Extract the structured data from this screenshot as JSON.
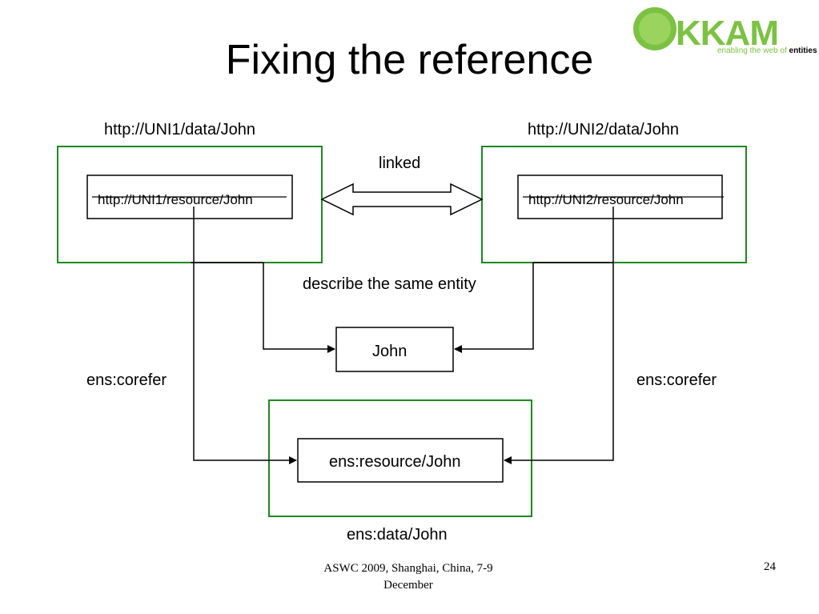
{
  "slide": {
    "title": "Fixing the reference",
    "page_number": "24"
  },
  "logo": {
    "name": "KKAM",
    "tagline_prefix": "enabling the web of",
    "tagline_suffix": "entities",
    "brand_color": "#7cc242"
  },
  "diagram": {
    "left_data_label": "http://UNI1/data/John",
    "right_data_label": "http://UNI2/data/John",
    "left_resource": "http://UNI1/resource/John",
    "right_resource": "http://UNI2/resource/John",
    "link_label": "linked",
    "same_entity_label": "describe the same entity",
    "entity_label": "John",
    "corefer_left": "ens:corefer",
    "corefer_right": "ens:corefer",
    "ens_resource": "ens:resource/John",
    "ens_data": "ens:data/John",
    "box_color": "#1e8a1e"
  },
  "footer": {
    "line1": "ASWC 2009, Shanghai, China, 7-9",
    "line2": "December"
  }
}
